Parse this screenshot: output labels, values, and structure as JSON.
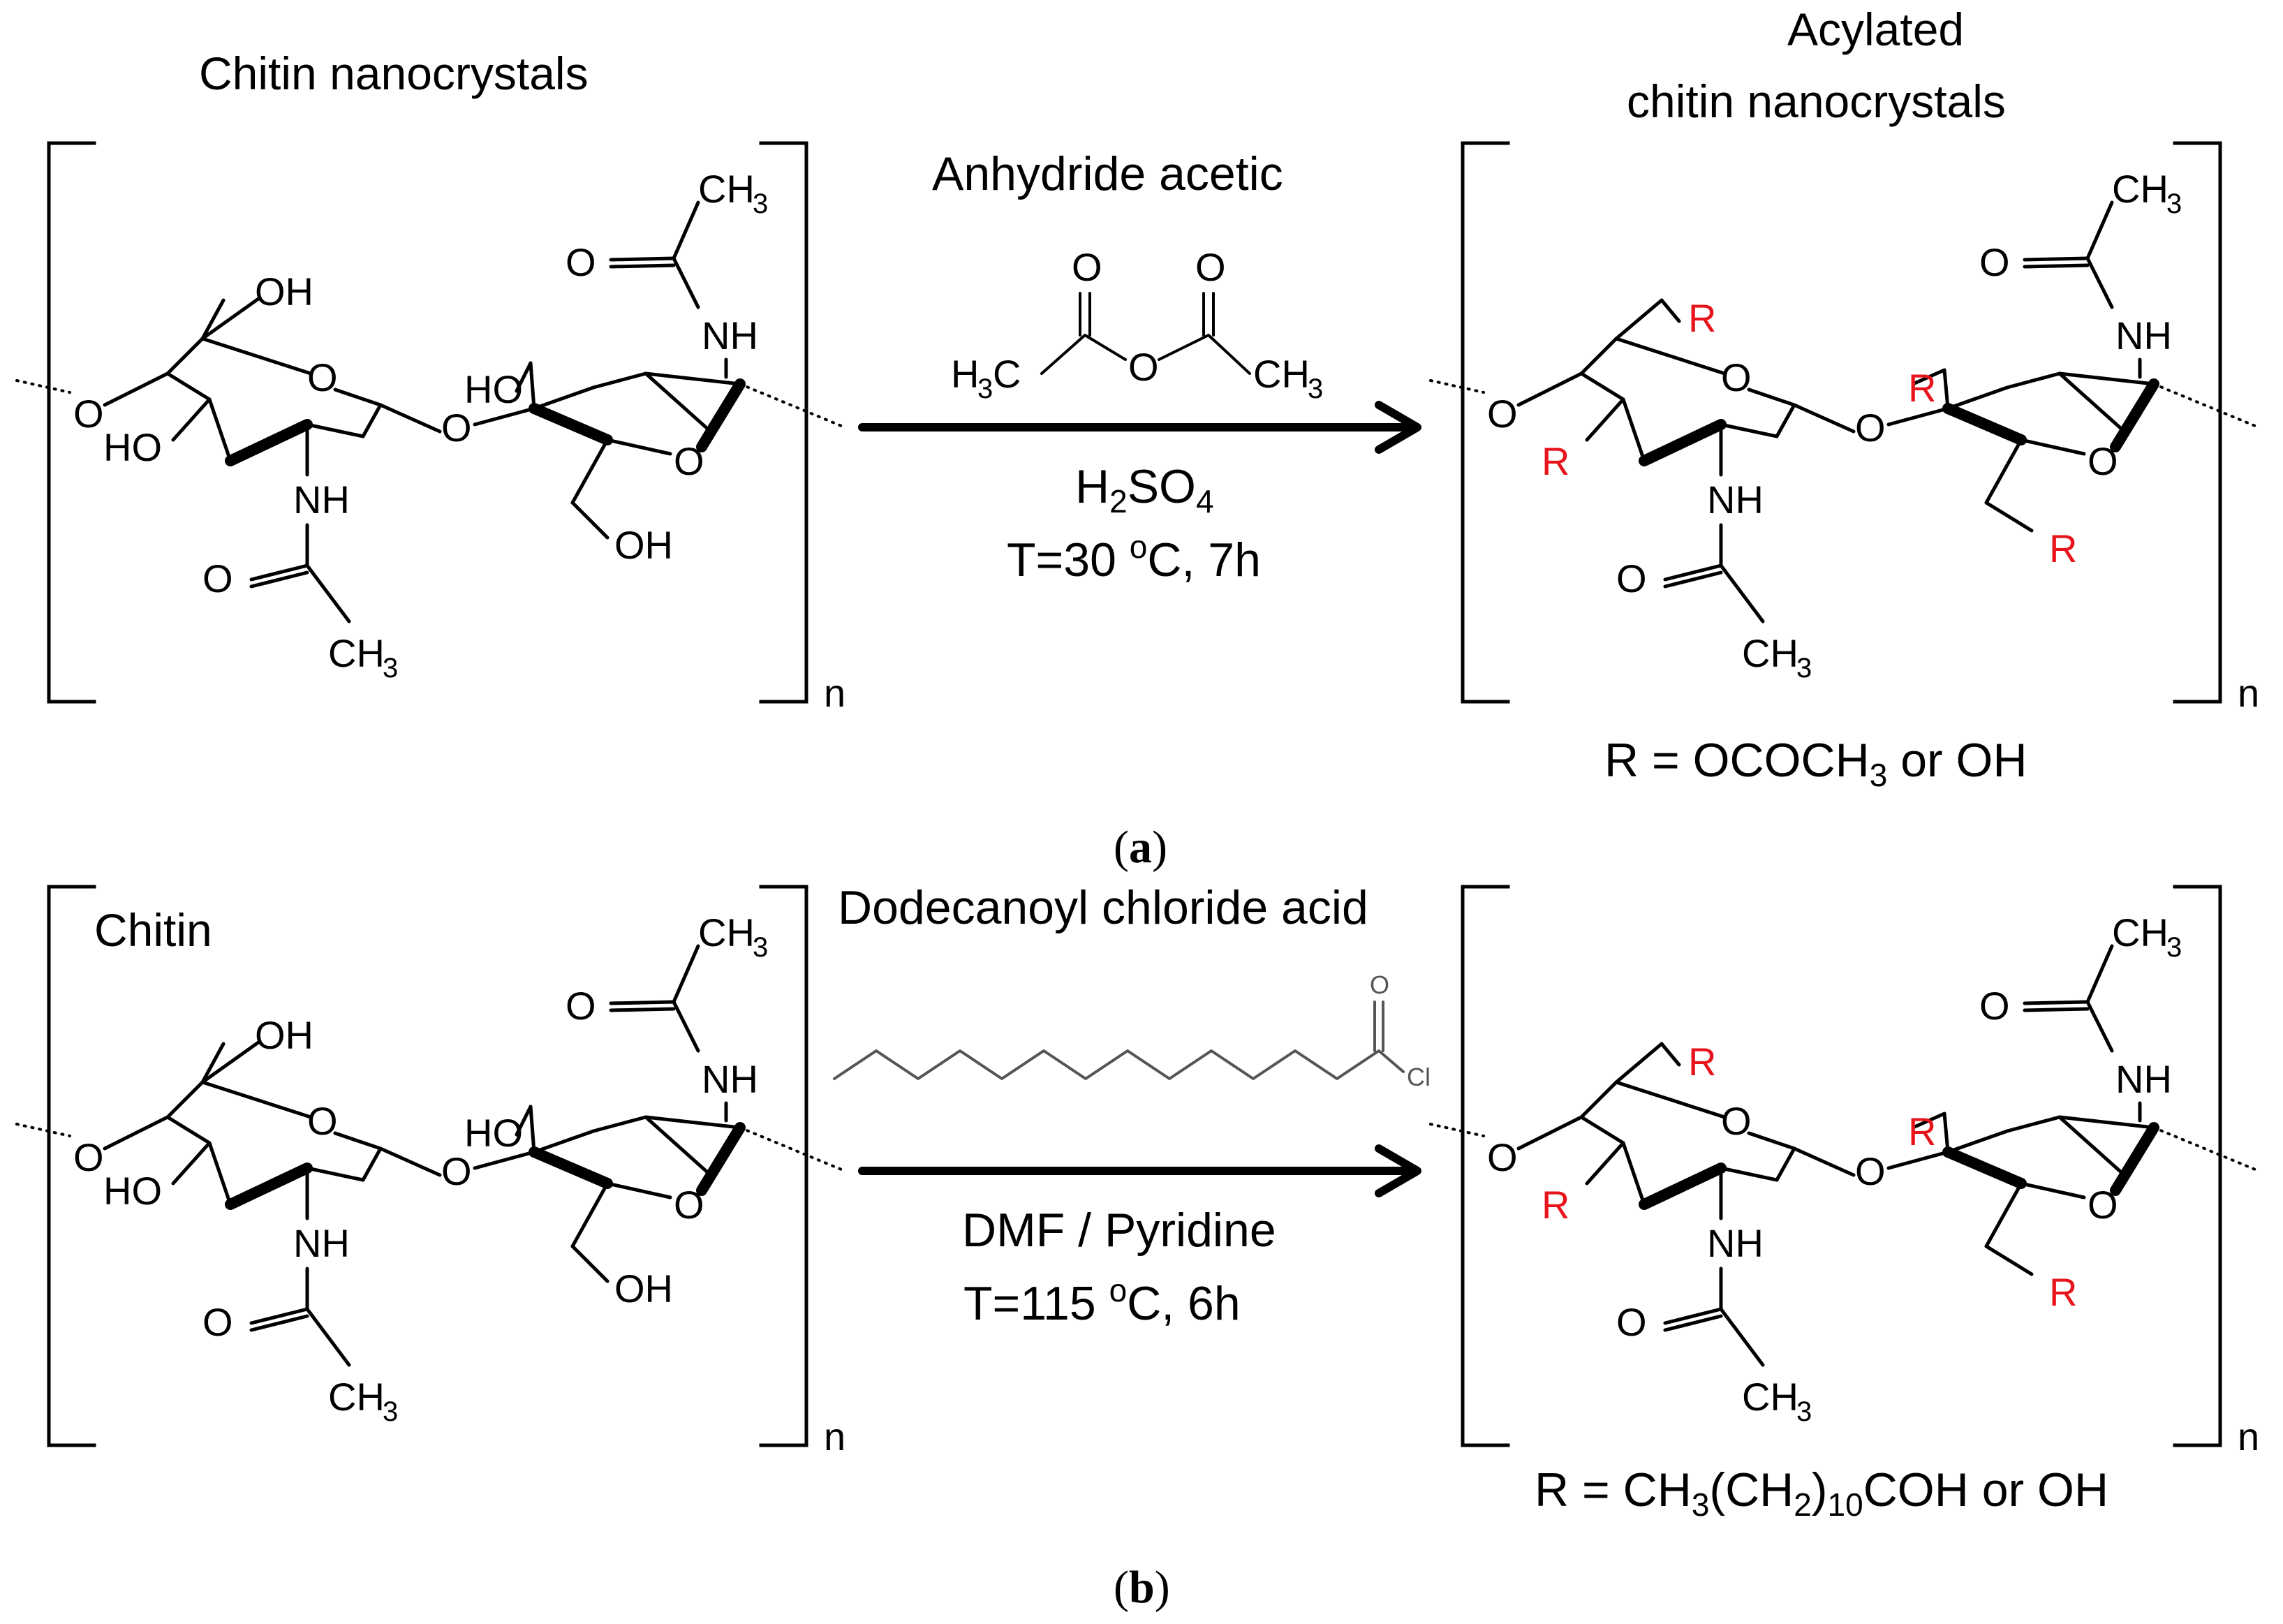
{
  "figure": {
    "panel_a": {
      "label": "a",
      "reactant_title": "Chitin nanocrystals",
      "product_title_line1": "Acylated",
      "product_title_line2": "chitin nanocrystals",
      "reagent_name": "Anhydride acetic",
      "condition_acid": "H",
      "condition_acid_sub": "2",
      "condition_acid_rest": "SO",
      "condition_acid_sub2": "4",
      "condition_temp": "T=30 ",
      "condition_temp_sup": "o",
      "condition_temp_rest": "C, 7h",
      "r_definition": [
        "R = OCOCH",
        "3",
        " or  OH"
      ]
    },
    "panel_b": {
      "label": "b",
      "reactant_title": "Chitin",
      "reagent_name": "Dodecanoyl chloride acid",
      "condition_solvent": "DMF / Pyridine",
      "condition_temp": "T=115 ",
      "condition_temp_sup": "o",
      "condition_temp_rest": "C, 6h",
      "r_definition": [
        "R = CH",
        "3",
        "(CH",
        "2",
        ")",
        "10",
        "COH or  OH"
      ]
    },
    "atoms": {
      "O": "O",
      "OH": "OH",
      "HO": "HO",
      "NH": "NH",
      "CH": "CH",
      "sub3": "3",
      "R": "R",
      "n": "n",
      "H": "H",
      "C": "C",
      "Cl": "Cl"
    },
    "colors": {
      "substituent": "#e8141b",
      "ink": "#000000",
      "reagent_bond": "#555555"
    }
  }
}
